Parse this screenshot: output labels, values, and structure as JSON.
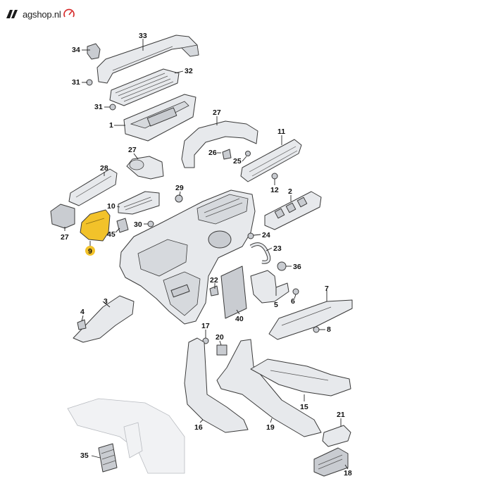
{
  "logo": {
    "text": "agshop.nl",
    "mark_color": "#1a1a1a",
    "accent_color": "#d62828"
  },
  "diagram": {
    "highlight_color": "#f2c22a",
    "highlighted_part": "9",
    "callouts": [
      "33",
      "34",
      "32",
      "31",
      "31",
      "1",
      "27",
      "11",
      "26",
      "25",
      "12",
      "27",
      "28",
      "2",
      "29",
      "10",
      "24",
      "30",
      "45",
      "23",
      "27",
      "9",
      "36",
      "22",
      "3",
      "7",
      "5",
      "6",
      "4",
      "8",
      "40",
      "17",
      "20",
      "15",
      "19",
      "21",
      "16",
      "35",
      "18"
    ]
  }
}
